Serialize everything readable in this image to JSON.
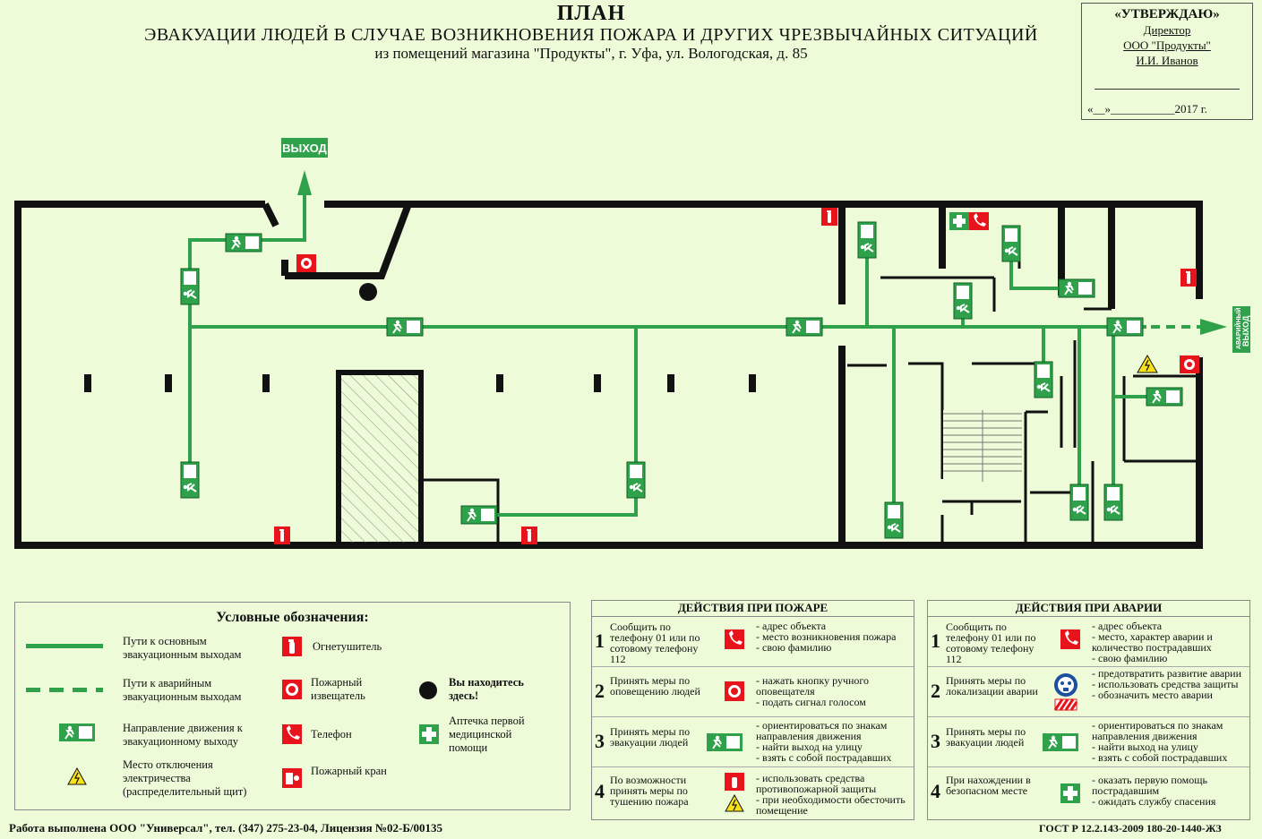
{
  "title": "ПЛАН",
  "subtitle": "ЭВАКУАЦИИ  ЛЮДЕЙ В СЛУЧАЕ ВОЗНИКНОВЕНИЯ ПОЖАРА И ДРУГИХ ЧРЕЗВЫЧАЙНЫХ СИТУАЦИЙ",
  "address": "из помещений магазина \"Продукты\", г. Уфа, ул. Вологодская, д. 85",
  "approve": {
    "head": "«УТВЕРЖДАЮ»",
    "role": "Директор",
    "org": "ООО \"Продукты\"",
    "name": "И.И. Иванов",
    "date": "«__»___________2017 г."
  },
  "plan": {
    "exit_label": "ВЫХОД",
    "emergency_exit_label_1": "АВАРИЙНЫЙ",
    "emergency_exit_label_2": "ВЫХОД"
  },
  "legend": {
    "title": "Условные обозначения:",
    "items": [
      {
        "label": "Пути к основным эвакуационным выходам"
      },
      {
        "label": "Пути к аварийным эвакуационным выходам"
      },
      {
        "label": "Направление движения к эвакуационному выходу"
      },
      {
        "label": "Место отключения электричества (распределительный щит)"
      },
      {
        "label": "Огнетушитель"
      },
      {
        "label": "Пожарный извещатель"
      },
      {
        "label": "Телефон"
      },
      {
        "label": "Пожарный кран"
      },
      {
        "label": "Вы находитесь здесь!"
      },
      {
        "label": "Аптечка первой медицинской помощи"
      }
    ]
  },
  "fire_actions": {
    "title": "ДЕЙСТВИЯ ПРИ ПОЖАРЕ",
    "rows": [
      {
        "num": "1",
        "text": "Сообщить по телефону 01 или по сотовому телефону 112",
        "details": "- адрес  объекта\n- место возникновения пожара\n- свою фамилию"
      },
      {
        "num": "2",
        "text": "Принять меры по оповещению людей",
        "details": "- нажать кнопку ручного оповещателя\n- подать сигнал голосом"
      },
      {
        "num": "3",
        "text": "Принять меры по эвакуации людей",
        "details": "- ориентироваться по знакам направления движения\n- найти выход на улицу\n- взять с собой пострадавших"
      },
      {
        "num": "4",
        "text": "По возможности принять меры по тушению пожара",
        "details": "- использовать средства противопожарной защиты\n- при необходимости обесточить помещение"
      }
    ]
  },
  "accident_actions": {
    "title": "ДЕЙСТВИЯ ПРИ АВАРИИ",
    "rows": [
      {
        "num": "1",
        "text": "Сообщить по телефону 01 или по сотовому телефону 112",
        "details": "- адрес  объекта\n- место, характер аварии и количество пострадавших\n- свою фамилию"
      },
      {
        "num": "2",
        "text": "Принять меры по локализации аварии",
        "details": "- предотвратить развитие аварии\n- использовать средства защиты\n- обозначить место аварии"
      },
      {
        "num": "3",
        "text": "Принять меры по эвакуации людей",
        "details": "- ориентироваться по знакам направления движения\n- найти выход на улицу\n- взять с собой пострадавших"
      },
      {
        "num": "4",
        "text": "При нахождении в безопасном месте",
        "details": "- оказать первую помощь пострадавшим\n- ожидать службу спасения"
      }
    ]
  },
  "footer": {
    "left": "Работа выполнена ООО \"Универсал\", тел. (347) 275-23-04, Лицензия №02-Б/00135",
    "right": "ГОСТ Р 12.2.143-2009 180-20-1440-ЖЗ"
  },
  "colors": {
    "path": "#2fa14a",
    "wall": "#111111",
    "fire": "#e8141c",
    "background": "#eefbd8"
  }
}
